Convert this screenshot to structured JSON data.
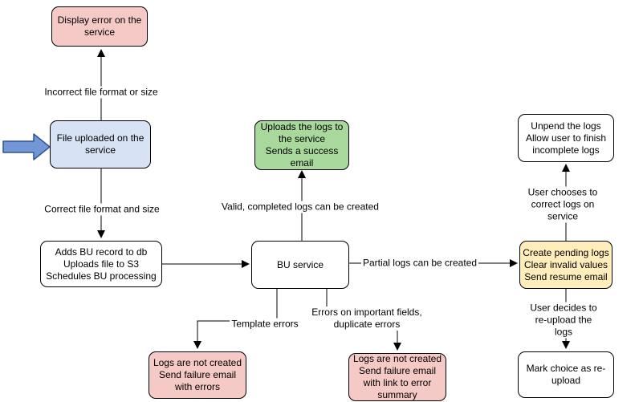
{
  "diagram": {
    "nodes": {
      "display_error": {
        "label": "Display error on the\nservice",
        "fill": "#f5c9c6"
      },
      "file_uploaded": {
        "label": "File uploaded on the\nservice",
        "fill": "#d7e3f4"
      },
      "adds_bu_record": {
        "label": "Adds BU record to db\nUploads file to S3\nSchedules BU processing",
        "fill": "#ffffff"
      },
      "bu_service": {
        "label": "BU service",
        "fill": "#ffffff"
      },
      "uploads_logs": {
        "label": "Uploads the logs to\nthe service\nSends a success\nemail",
        "fill": "#a8d89c"
      },
      "unpend_logs": {
        "label": "Unpend the logs\nAllow user to finish\nincomplete logs",
        "fill": "#ffffff"
      },
      "create_pending": {
        "label": "Create pending logs\nClear invalid values\nSend resume email",
        "fill": "#ffeebc"
      },
      "logs_not_created_template": {
        "label": "Logs are not created\nSend failure email\nwith errors",
        "fill": "#f5c9c6"
      },
      "logs_not_created_fields": {
        "label": "Logs are not created\nSend failure email\nwith link to error\nsummary",
        "fill": "#f5c9c6"
      },
      "mark_reupload": {
        "label": "Mark choice as re-\nupload",
        "fill": "#ffffff"
      }
    },
    "edge_labels": {
      "incorrect_file": "Incorrect file format or size",
      "correct_file": "Correct file format and size",
      "valid_logs": "Valid, completed logs can be created",
      "partial_logs": "Partial logs can be created",
      "template_errors": "Template errors",
      "important_fields": "Errors on important fields,\nduplicate errors",
      "user_corrects": "User chooses to correct logs on service",
      "user_reuploads": "User decides to re-upload the logs"
    },
    "colors": {
      "node_border": "#000000",
      "line": "#000000",
      "pink_fill": "#f5c9c6",
      "blue_fill": "#d7e3f4",
      "green_fill": "#a8d89c",
      "yellow_fill": "#ffeebc",
      "white_fill": "#ffffff",
      "input_arrow_fill": "#7396d6",
      "input_arrow_stroke": "#2f5597"
    }
  }
}
